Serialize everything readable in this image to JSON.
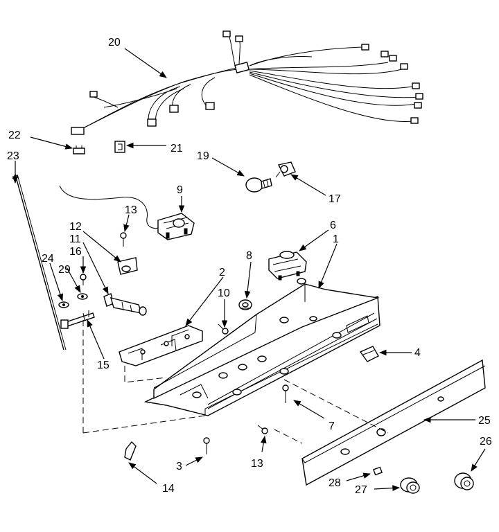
{
  "diagram": {
    "callouts": {
      "c1": "1",
      "c2": "2",
      "c3": "3",
      "c4": "4",
      "c6": "6",
      "c7": "7",
      "c8": "8",
      "c9": "9",
      "c10": "10",
      "c11": "11",
      "c12": "12",
      "c13a": "13",
      "c13b": "13",
      "c14": "14",
      "c15": "15",
      "c16": "16",
      "c17": "17",
      "c19": "19",
      "c20": "20",
      "c21": "21",
      "c22": "22",
      "c23": "23",
      "c24": "24",
      "c25": "25",
      "c26": "26",
      "c27": "27",
      "c28": "28",
      "c29": "29"
    }
  }
}
